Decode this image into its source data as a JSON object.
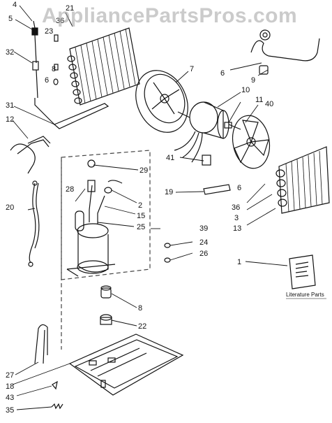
{
  "watermark": "AppliancePartsPros.com",
  "literature_caption": "Literature Parts",
  "callouts": {
    "c1": "1",
    "c2": "2",
    "c3": "3",
    "c4": "4",
    "c5": "5",
    "c6a": "6",
    "c6b": "6",
    "c6c": "6",
    "c7": "7",
    "c8a": "8",
    "c8b": "8",
    "c9": "9",
    "c10": "10",
    "c11": "11",
    "c12": "12",
    "c13": "13",
    "c15": "15",
    "c18": "18",
    "c19": "19",
    "c20": "20",
    "c21": "21",
    "c22": "22",
    "c23": "23",
    "c24": "24",
    "c25": "25",
    "c26": "26",
    "c27": "27",
    "c28": "28",
    "c29": "29",
    "c31": "31",
    "c32": "32",
    "c35": "35",
    "c36a": "36",
    "c36b": "36",
    "c39": "39",
    "c40": "40",
    "c41": "41",
    "c43": "43"
  },
  "colors": {
    "line": "#111111",
    "dash": "#444444",
    "watermark": "#a0a0a0"
  }
}
